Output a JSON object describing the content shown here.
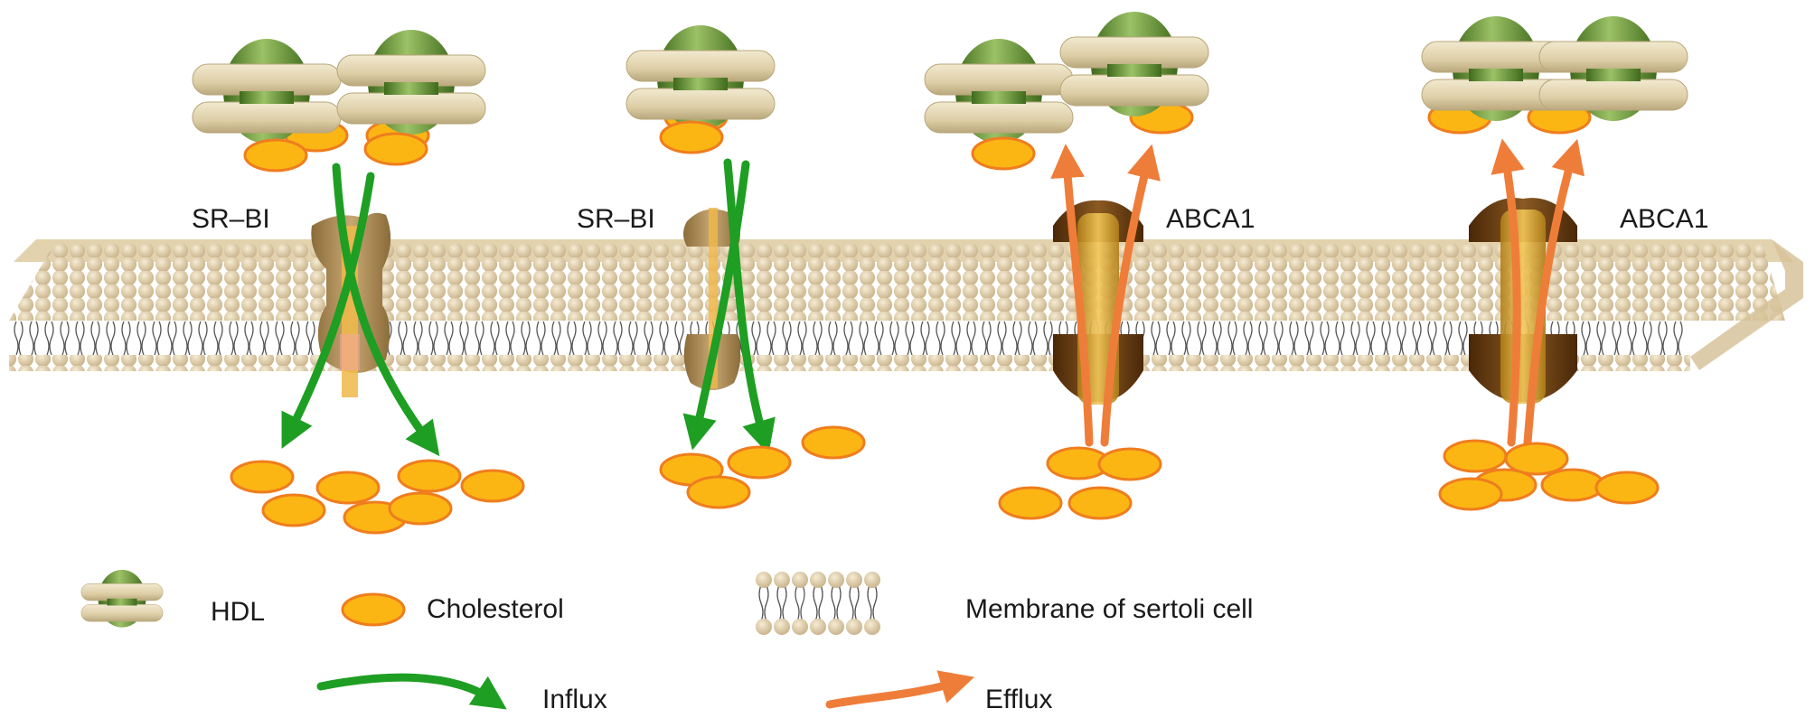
{
  "labels": {
    "receptor_1": "SR–BI",
    "receptor_2": "SR–BI",
    "receptor_3": "ABCA1",
    "receptor_4": "ABCA1"
  },
  "legend": {
    "hdl": "HDL",
    "cholesterol": "Cholesterol",
    "membrane": "Membrane of sertoli cell",
    "influx": "Influx",
    "efflux": "Efflux"
  },
  "colors": {
    "hdl_core": "#6f9a3c",
    "hdl_band": "#e3d6b2",
    "cholesterol_fill": "#fbb614",
    "cholesterol_stroke": "#ef7d1e",
    "lipid_head": "#dcc9a2",
    "srbi_channel": "#a98b55",
    "abca1_channel": "#6b3e10",
    "influx_arrow": "#1e9e22",
    "efflux_arrow": "#ef7d3a"
  },
  "icons": [
    "hdl-particle-icon",
    "cholesterol-icon",
    "lipid-bilayer-icon",
    "influx-arrow-icon",
    "efflux-arrow-icon"
  ]
}
